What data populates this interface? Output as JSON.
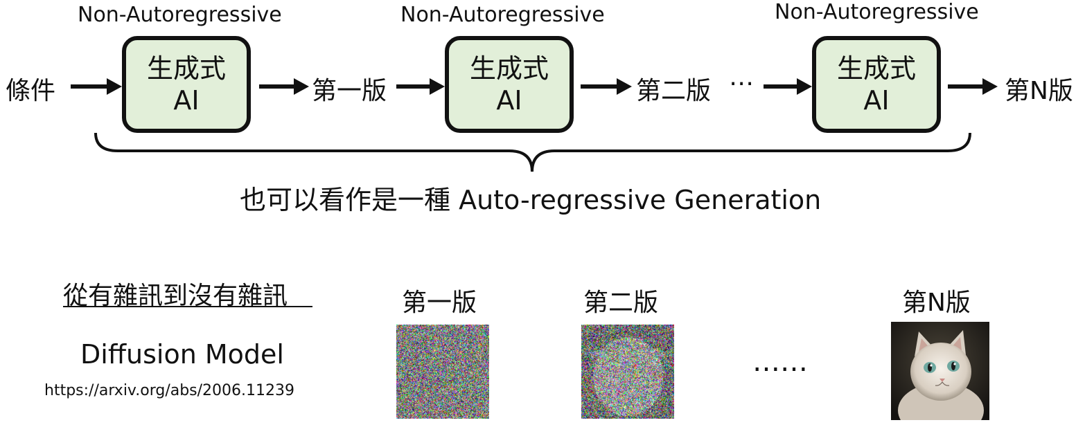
{
  "top_row": {
    "input_label": "條件",
    "stages": [
      {
        "label": "Non-Autoregressive",
        "box_line1": "生成式",
        "box_line2": "AI",
        "output": "第一版"
      },
      {
        "label": "Non-Autoregressive",
        "box_line1": "生成式",
        "box_line2": "AI",
        "output": "第二版"
      },
      {
        "label": "Non-Autoregressive",
        "box_line1": "生成式",
        "box_line2": "AI",
        "output": "第N版"
      }
    ],
    "ellipsis": "⋯",
    "brace_caption": "也可以看作是一種 Auto-regressive Generation",
    "box_color": "#e2efd9"
  },
  "bottom_row": {
    "heading": "從有雜訊到沒有雜訊",
    "model_name": "Diffusion Model",
    "paper_url": "https://arxiv.org/abs/2006.11239",
    "image_labels": [
      "第一版",
      "第二版",
      "第N版"
    ],
    "ellipsis": "……",
    "images": [
      "random-noise-image",
      "noisy-cat-image",
      "clean-cat-image"
    ]
  }
}
